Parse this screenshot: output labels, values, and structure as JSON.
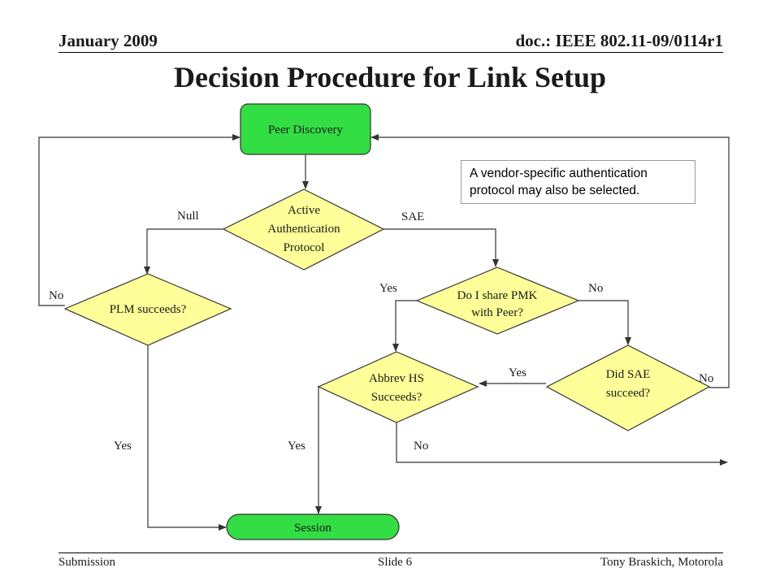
{
  "header": {
    "date": "January 2009",
    "doc": "doc.: IEEE 802.11-09/0114r1"
  },
  "title": "Decision Procedure for Link Setup",
  "note": "A vendor-specific authentication protocol may also be selected.",
  "diagram": {
    "peer_discovery": "Peer Discovery",
    "active_auth": [
      "Active",
      "Authentication",
      "Protocol"
    ],
    "plm": "PLM succeeds?",
    "share_pmk": [
      "Do I share PMK",
      "with Peer?"
    ],
    "abbrev_hs": [
      "Abbrev HS",
      "Succeeds?"
    ],
    "did_sae": [
      "Did SAE",
      "succeed?"
    ],
    "session": "Session",
    "edge_labels": {
      "null": "Null",
      "sae": "SAE",
      "plm_no": "No",
      "plm_yes": "Yes",
      "pmk_yes": "Yes",
      "pmk_no": "No",
      "sae_yes": "Yes",
      "sae_no": "No",
      "abbrev_yes": "Yes",
      "abbrev_no": "No"
    }
  },
  "colors": {
    "terminal_fill": "#33dd44",
    "decision_fill": "#ffff99",
    "line": "#333333"
  },
  "footer": {
    "left": "Submission",
    "center": "Slide 6",
    "right": "Tony Braskich, Motorola"
  }
}
